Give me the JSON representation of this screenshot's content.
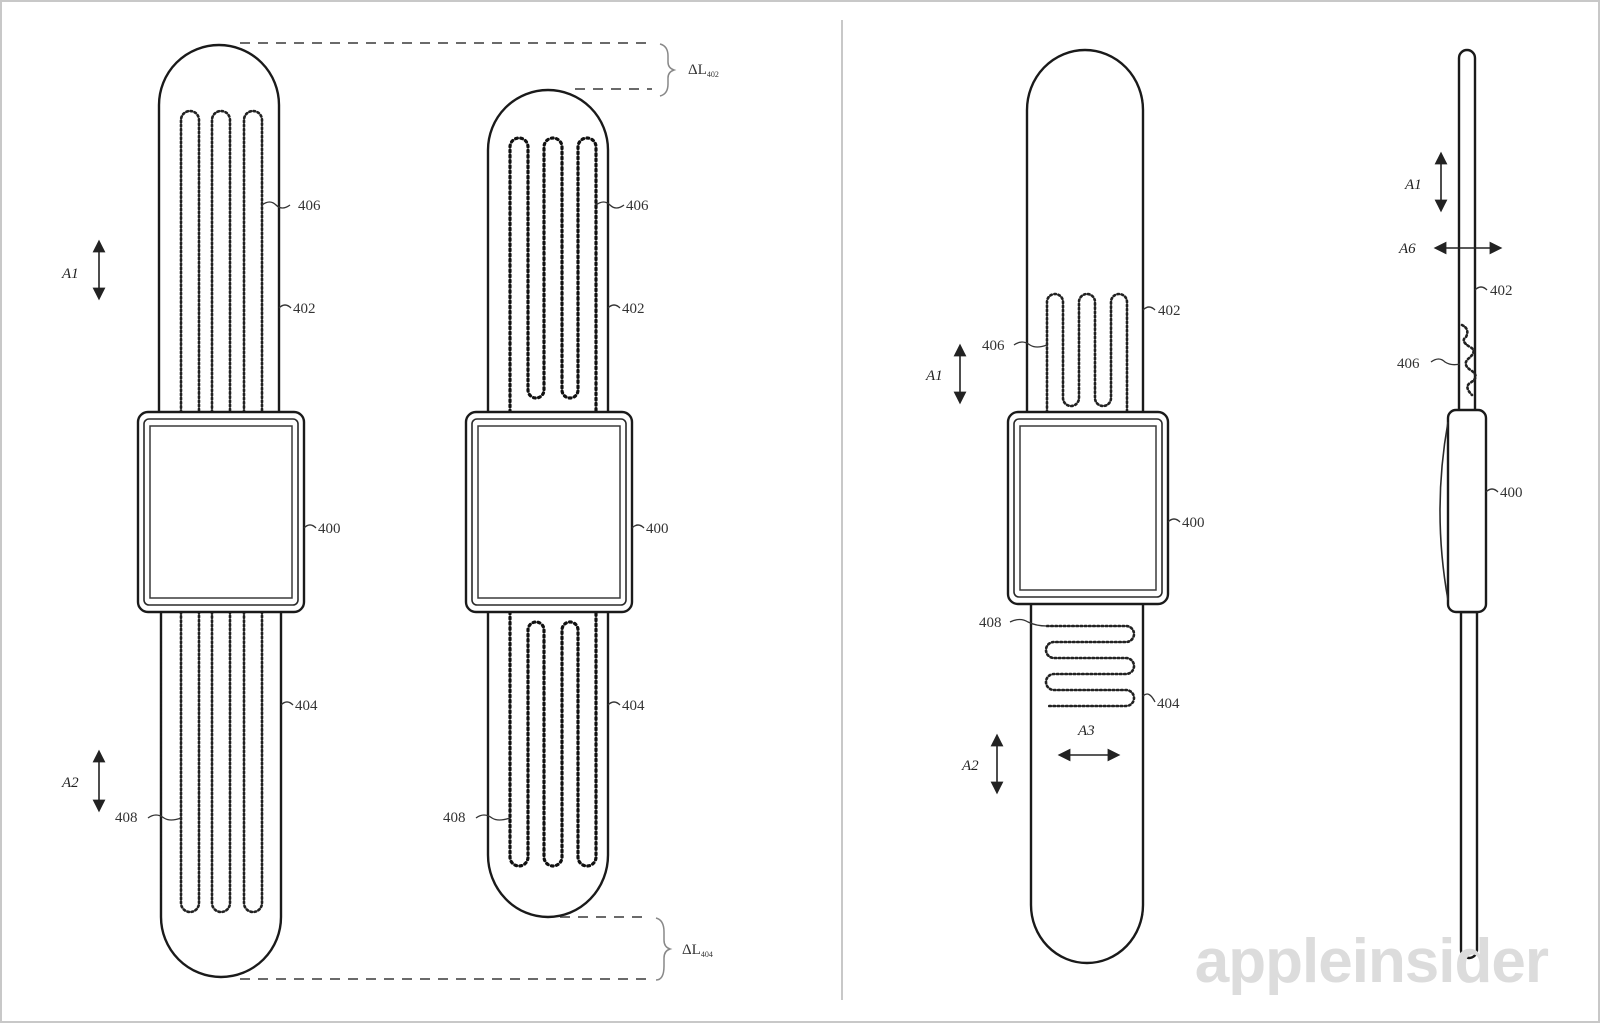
{
  "figure": {
    "type": "patent-drawing",
    "subject": "watch band with elastic traces",
    "colors": {
      "line": "#1a1a1a",
      "background": "#ffffff",
      "border": "#c8c8c8",
      "watermark": "#dcdcdc"
    }
  },
  "panels": [
    {
      "id": "panel-left",
      "views": [
        {
          "id": "band-extended",
          "labels": {
            "band_top": "402",
            "trace_top": "406",
            "body": "400",
            "band_bottom": "404",
            "trace_bottom": "408"
          },
          "axes": [
            {
              "name": "A1",
              "direction": "vertical"
            },
            {
              "name": "A2",
              "direction": "vertical"
            }
          ]
        },
        {
          "id": "band-contracted",
          "labels": {
            "band_top": "402",
            "trace_top": "406",
            "body": "400",
            "band_bottom": "404",
            "trace_bottom": "408"
          },
          "deltas": [
            {
              "symbol": "ΔL",
              "subscript": "402"
            },
            {
              "symbol": "ΔL",
              "subscript": "404"
            }
          ]
        }
      ]
    },
    {
      "id": "panel-right",
      "views": [
        {
          "id": "band-front",
          "labels": {
            "band_top": "402",
            "trace_top": "406",
            "body": "400",
            "band_bottom": "404",
            "trace_bottom": "408"
          },
          "axes": [
            {
              "name": "A1",
              "direction": "vertical"
            },
            {
              "name": "A2",
              "direction": "vertical"
            },
            {
              "name": "A3",
              "direction": "horizontal"
            }
          ]
        },
        {
          "id": "band-side",
          "labels": {
            "band_top": "402",
            "trace_top": "406",
            "body": "400"
          },
          "axes": [
            {
              "name": "A1",
              "direction": "vertical"
            },
            {
              "name": "A6",
              "direction": "horizontal"
            }
          ]
        }
      ]
    }
  ],
  "watermark": {
    "text": "appleinsider"
  }
}
